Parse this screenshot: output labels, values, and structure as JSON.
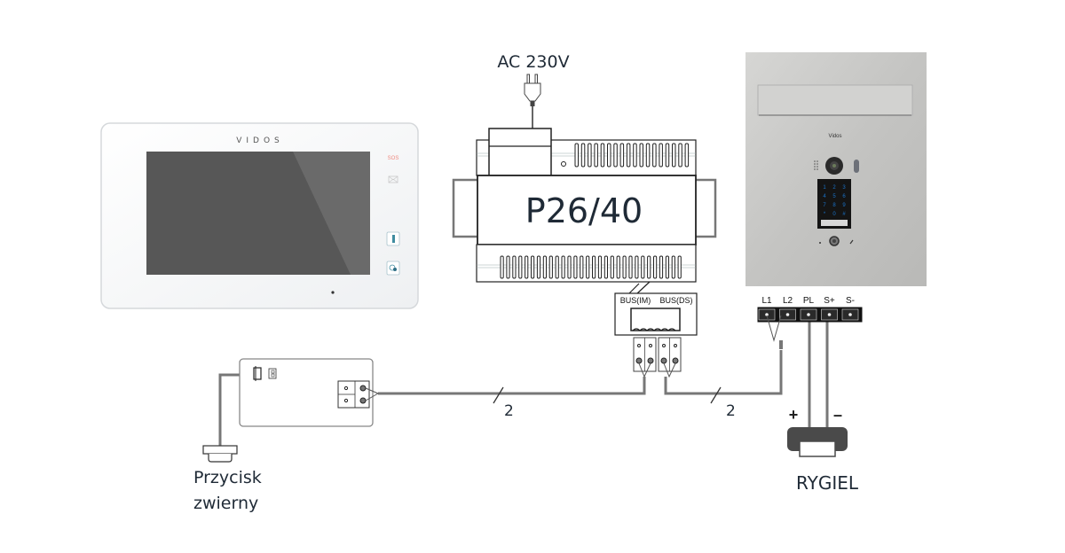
{
  "labels": {
    "power": "AC 230V",
    "controller": "P26/40",
    "bus_im": "BUS(IM)",
    "bus_ds": "BUS(DS)",
    "wire_count_left": "2",
    "wire_count_right": "2",
    "button": [
      "Przycisk",
      "zwierny"
    ],
    "lock": "RYGIEL",
    "plus": "+",
    "minus": "–"
  },
  "monitor": {
    "brand": "VIDOS",
    "sos": "SOS"
  },
  "door_station": {
    "brand": "Vidos",
    "keys": [
      "1",
      "2",
      "3",
      "4",
      "5",
      "6",
      "7",
      "8",
      "9",
      "*",
      "0",
      "#"
    ],
    "terminals": [
      "L1",
      "L2",
      "PL",
      "S+",
      "S-"
    ]
  },
  "colors": {
    "wire": "#777777",
    "outline": "#222222",
    "screen": "#575757",
    "panel": "#c9c9c7",
    "lock": "#4a4a4a",
    "sos": "#f08a80",
    "keypad_digits": "#1a73c9"
  }
}
